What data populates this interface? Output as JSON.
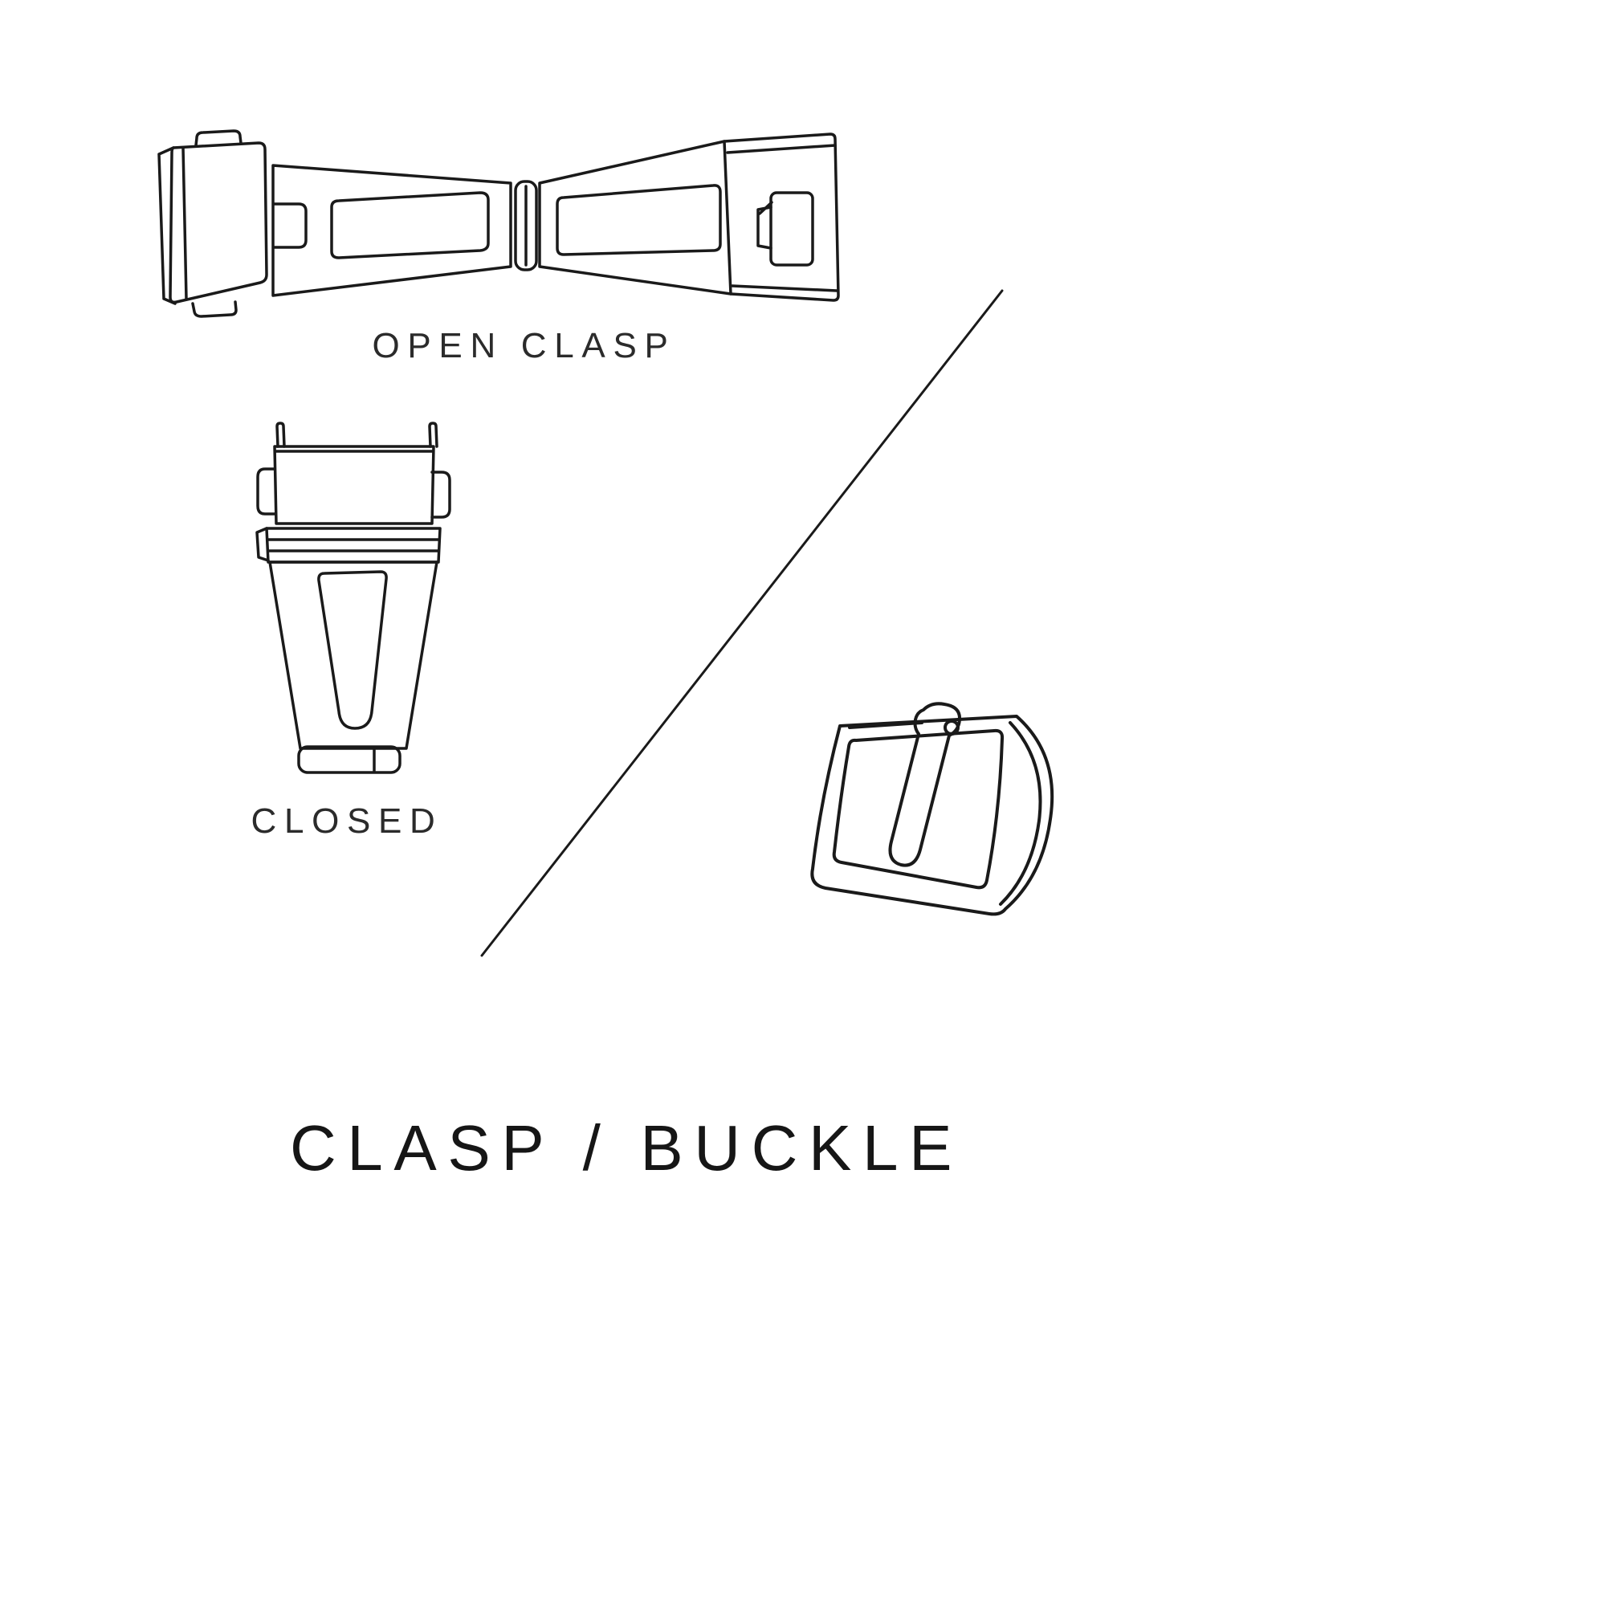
{
  "canvas": {
    "background": "#ffffff",
    "line_color": "#1a1a1a"
  },
  "labels": {
    "open_clasp": "OPEN CLASP",
    "closed": "CLOSED"
  },
  "title": "CLASP / BUCKLE",
  "illustrations": [
    {
      "name": "open-clasp",
      "caption": "OPEN CLASP"
    },
    {
      "name": "closed-clasp",
      "caption": "CLOSED"
    },
    {
      "name": "tang-buckle",
      "caption": ""
    }
  ]
}
